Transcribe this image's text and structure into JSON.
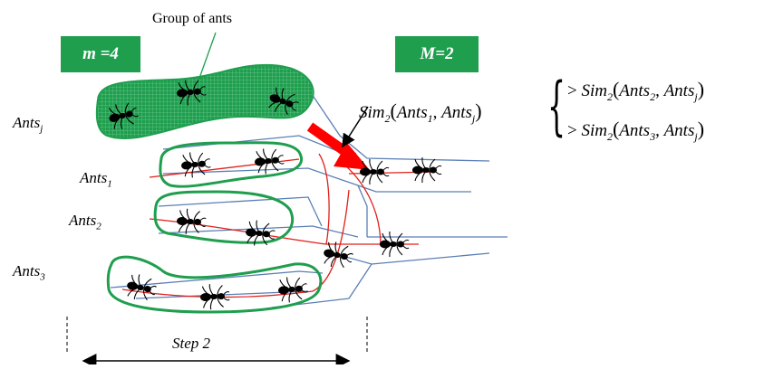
{
  "caption": "Group of ants",
  "badges": {
    "m": "m =4",
    "M": "M=2"
  },
  "rows": [
    {
      "name": "Ants",
      "sub": "j"
    },
    {
      "name": "Ants",
      "sub": "1"
    },
    {
      "name": "Ants",
      "sub": "2"
    },
    {
      "name": "Ants",
      "sub": "3"
    }
  ],
  "formula": {
    "lhs_fn": "Sim",
    "lhs_fn_sub": "2",
    "lhs_arg1": "Ants",
    "lhs_arg1_sub": "1",
    "lhs_arg2": "Ants",
    "lhs_arg2_sub": "j",
    "rhs1_fn": "Sim",
    "rhs1_fn_sub": "2",
    "rhs1_arg1": "Ants",
    "rhs1_arg1_sub": "2",
    "rhs1_arg2": "Ants",
    "rhs1_arg2_sub": "j",
    "rhs2_fn": "Sim",
    "rhs2_fn_sub": "2",
    "rhs2_arg1": "Ants",
    "rhs2_arg1_sub": "3",
    "rhs2_arg2": "Ants",
    "rhs2_arg2_sub": "j"
  },
  "step_label": "Step 2",
  "colors": {
    "group_fill": "#1f9e4e",
    "outline": "#1f9e4e",
    "path": "#e0201a",
    "channel": "#5a7fb5",
    "arrow": "#ff0000",
    "ant": "#000000"
  }
}
